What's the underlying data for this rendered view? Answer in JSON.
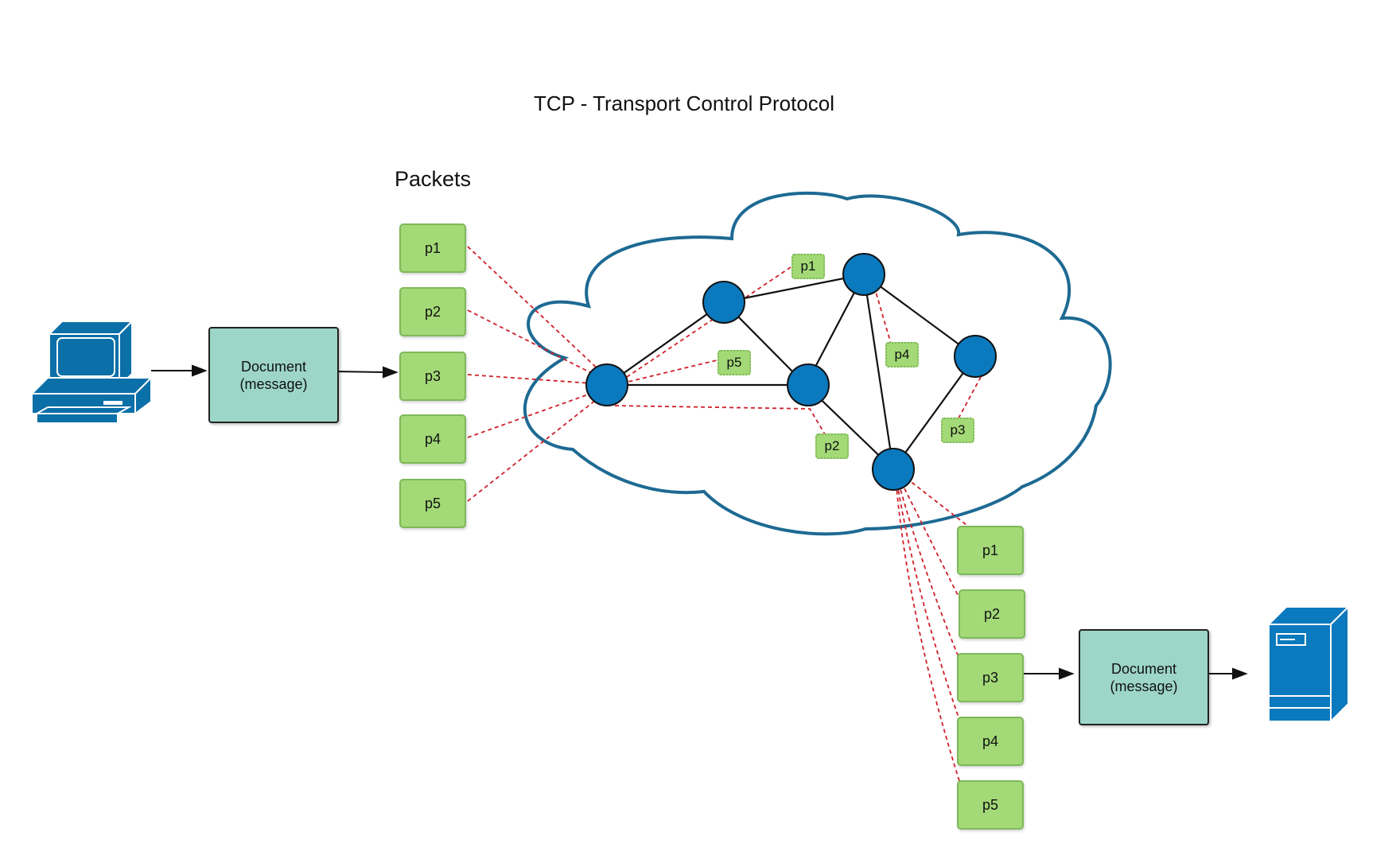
{
  "title": "TCP - Transport Control Protocol",
  "packets_heading": "Packets",
  "sender_document": {
    "line1": "Document",
    "line2": "(message)"
  },
  "receiver_document": {
    "line1": "Document",
    "line2": "(message)"
  },
  "outgoing_packets": [
    "p1",
    "p2",
    "p3",
    "p4",
    "p5"
  ],
  "incoming_packets": [
    "p1",
    "p2",
    "p3",
    "p4",
    "p5"
  ],
  "transit_packets": [
    "p1",
    "p5",
    "p4",
    "p2",
    "p3"
  ],
  "icons": {
    "sender": "desktop-computer-icon",
    "receiver": "server-icon",
    "network": "cloud-icon"
  },
  "colors": {
    "router": "#0b79bd",
    "cloud_outline": "#1d6a93",
    "packet_fill": "#a3d977",
    "document_fill": "#9dd6c8",
    "route_line": "#d0202a"
  }
}
